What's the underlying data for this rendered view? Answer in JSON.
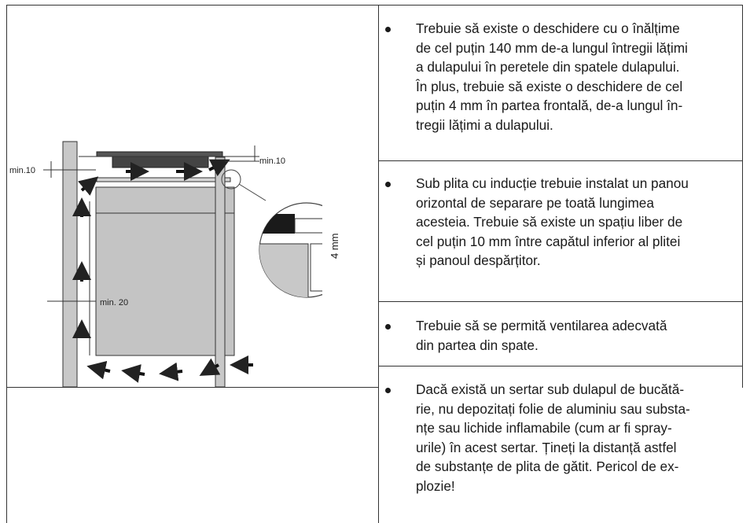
{
  "diagram": {
    "labels": {
      "min_left": "min.10",
      "min_right": "min.10",
      "min_side": "min. 20",
      "gap": "4 mm"
    }
  },
  "bullets": [
    {
      "lines": [
        "Trebuie să existe o deschidere cu o înălțime",
        "de cel puțin 140 mm de-a lungul întregii lățimi",
        "a dulapului în peretele din spatele dulapului.",
        "În plus, trebuie să existe o deschidere de cel",
        "puțin 4 mm în partea frontală, de-a lungul în-",
        "tregii lățimi a dulapului."
      ]
    },
    {
      "lines": [
        "Sub plita cu inducție trebuie instalat un panou",
        "orizontal de separare pe toată lungimea",
        "acesteia. Trebuie să existe un spațiu liber de",
        "cel puțin 10 mm între capătul inferior al plitei",
        "și panoul despărțitor."
      ]
    },
    {
      "lines": [
        "Trebuie să se permită ventilarea adecvată",
        "din partea din spate."
      ]
    },
    {
      "lines": [
        "Dacă există un sertar sub dulapul de bucătă-",
        "rie, nu depozitați folie de aluminiu sau substa-",
        "nțe sau lichide inflamabile (cum ar fi spray-",
        "urile) în acest sertar. Țineți la distanță astfel",
        "de substanțe de plita de gătit. Pericol de ex-",
        "plozie!"
      ]
    }
  ]
}
